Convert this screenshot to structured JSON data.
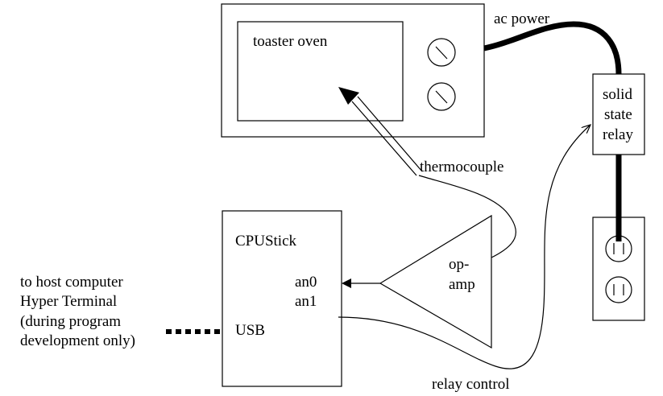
{
  "oven": {
    "label": "toaster oven"
  },
  "power": {
    "label": "ac power"
  },
  "relay": {
    "line1": "solid",
    "line2": "state",
    "line3": "relay"
  },
  "thermocouple": {
    "label": "thermocouple"
  },
  "cpustick": {
    "title": "CPUStick",
    "an0": "an0",
    "an1": "an1",
    "usb": "USB"
  },
  "opamp": {
    "line1": "op-",
    "line2": "amp"
  },
  "host": {
    "line1": "to host computer",
    "line2": "Hyper Terminal",
    "line3": "(during program",
    "line4": "development only)"
  },
  "relay_control": {
    "label": "relay control"
  },
  "colors": {
    "stroke": "#000000",
    "background": "#ffffff"
  }
}
